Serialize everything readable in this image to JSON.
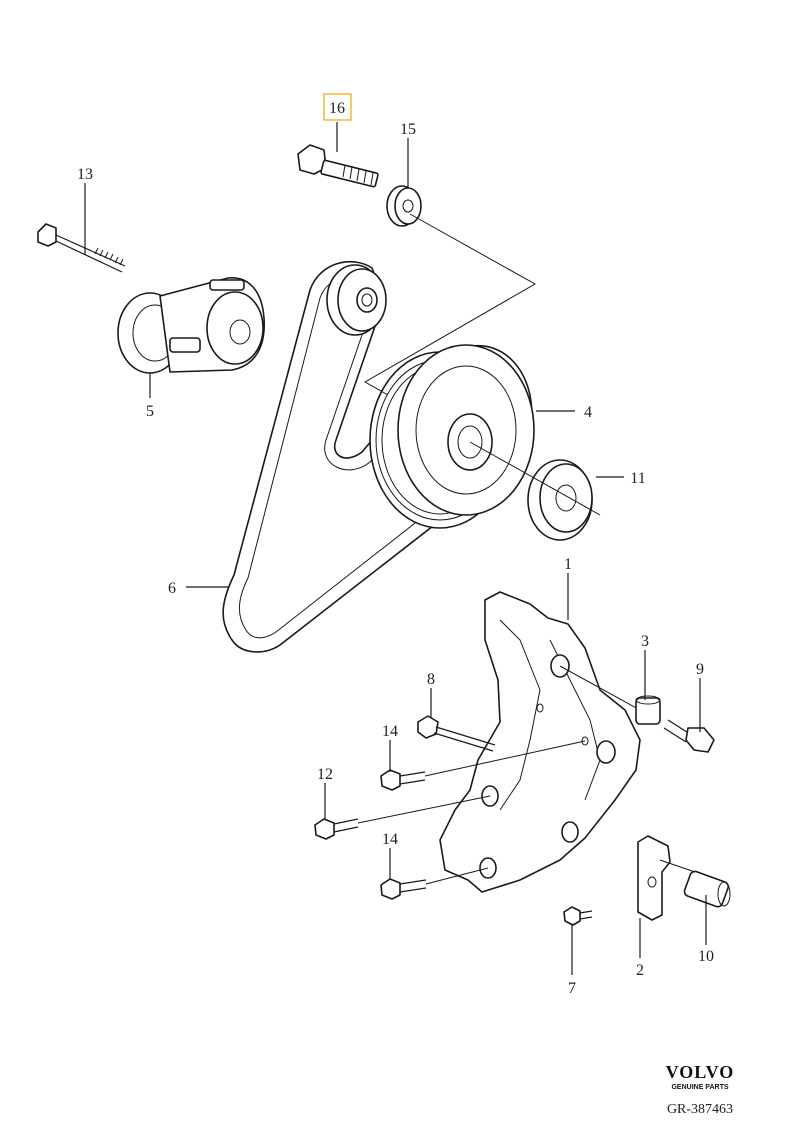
{
  "diagram": {
    "highlighted_callout": "16",
    "callouts": {
      "c1": "1",
      "c2": "2",
      "c3": "3",
      "c4": "4",
      "c5": "5",
      "c6": "6",
      "c7": "7",
      "c8": "8",
      "c9": "9",
      "c10": "10",
      "c11": "11",
      "c12": "12",
      "c13": "13",
      "c14a": "14",
      "c14b": "14",
      "c15": "15",
      "c16": "16"
    }
  },
  "branding": {
    "logo_text": "VOLVO",
    "logo_subtext": "GENUINE PARTS",
    "ref_code": "GR-387463"
  },
  "colors": {
    "highlight": "#f0b429",
    "line": "#1a1a1a"
  }
}
